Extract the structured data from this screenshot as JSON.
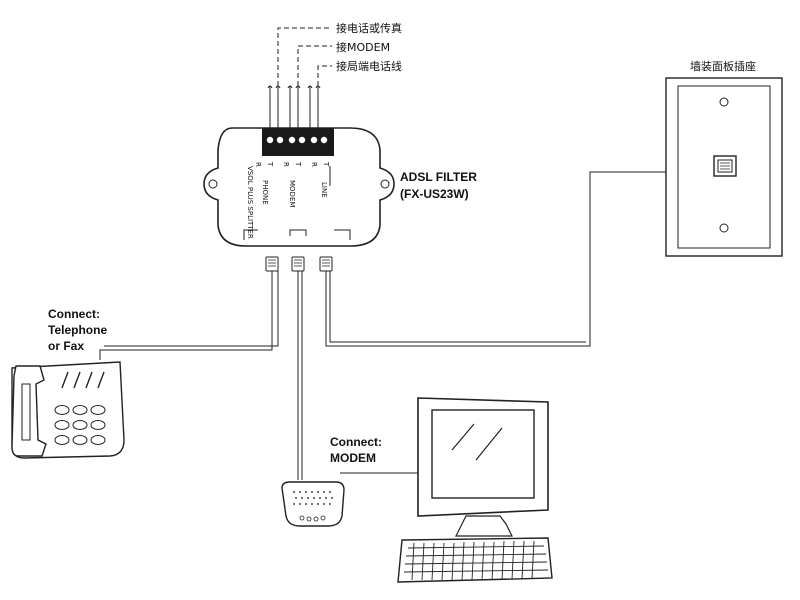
{
  "terminal_labels": {
    "phone_fax": "接电话或传真",
    "modem": "接MODEM",
    "line": "接局端电话线"
  },
  "filter": {
    "name": "ADSL FILTER",
    "model": "(FX-US23W)",
    "port_labels": [
      "PHONE",
      "MODEM",
      "LINE"
    ],
    "side_text": "VSOL PLUS SPLITTER",
    "terminal_marks": [
      "R",
      "T",
      "R",
      "T",
      "R",
      "T"
    ]
  },
  "wall_plate": {
    "label": "墙装面板插座"
  },
  "telephone": {
    "label_line1": "Connect:",
    "label_line2": "Telephone",
    "label_line3": "or Fax"
  },
  "modem": {
    "label_line1": "Connect:",
    "label_line2": "MODEM"
  }
}
